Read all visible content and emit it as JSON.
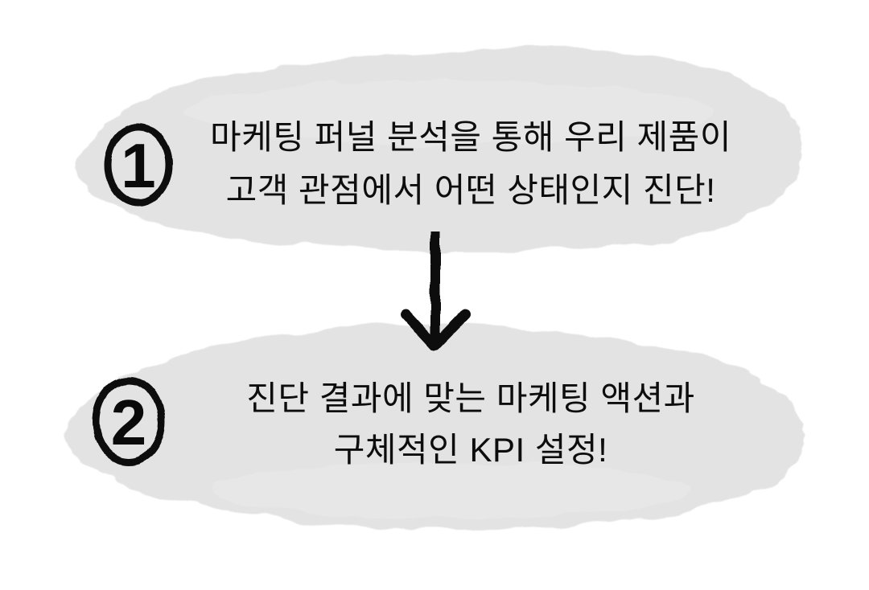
{
  "diagram": {
    "title_semantic": "marketing-funnel-two-step-flow",
    "background_color": "#ffffff",
    "ink_color": "#0d0d0d",
    "bubble_color": "#e3e3e3",
    "steps": [
      {
        "number": "1",
        "lines": [
          "마케팅 퍼널 분석을 통해 우리 제품이",
          "고객 관점에서 어떤 상태인지 진단!"
        ]
      },
      {
        "number": "2",
        "lines": [
          "진단 결과에 맞는 마케팅 액션과",
          "구체적인 KPI 설정!"
        ]
      }
    ],
    "connector": {
      "type": "arrow",
      "direction": "down"
    }
  }
}
